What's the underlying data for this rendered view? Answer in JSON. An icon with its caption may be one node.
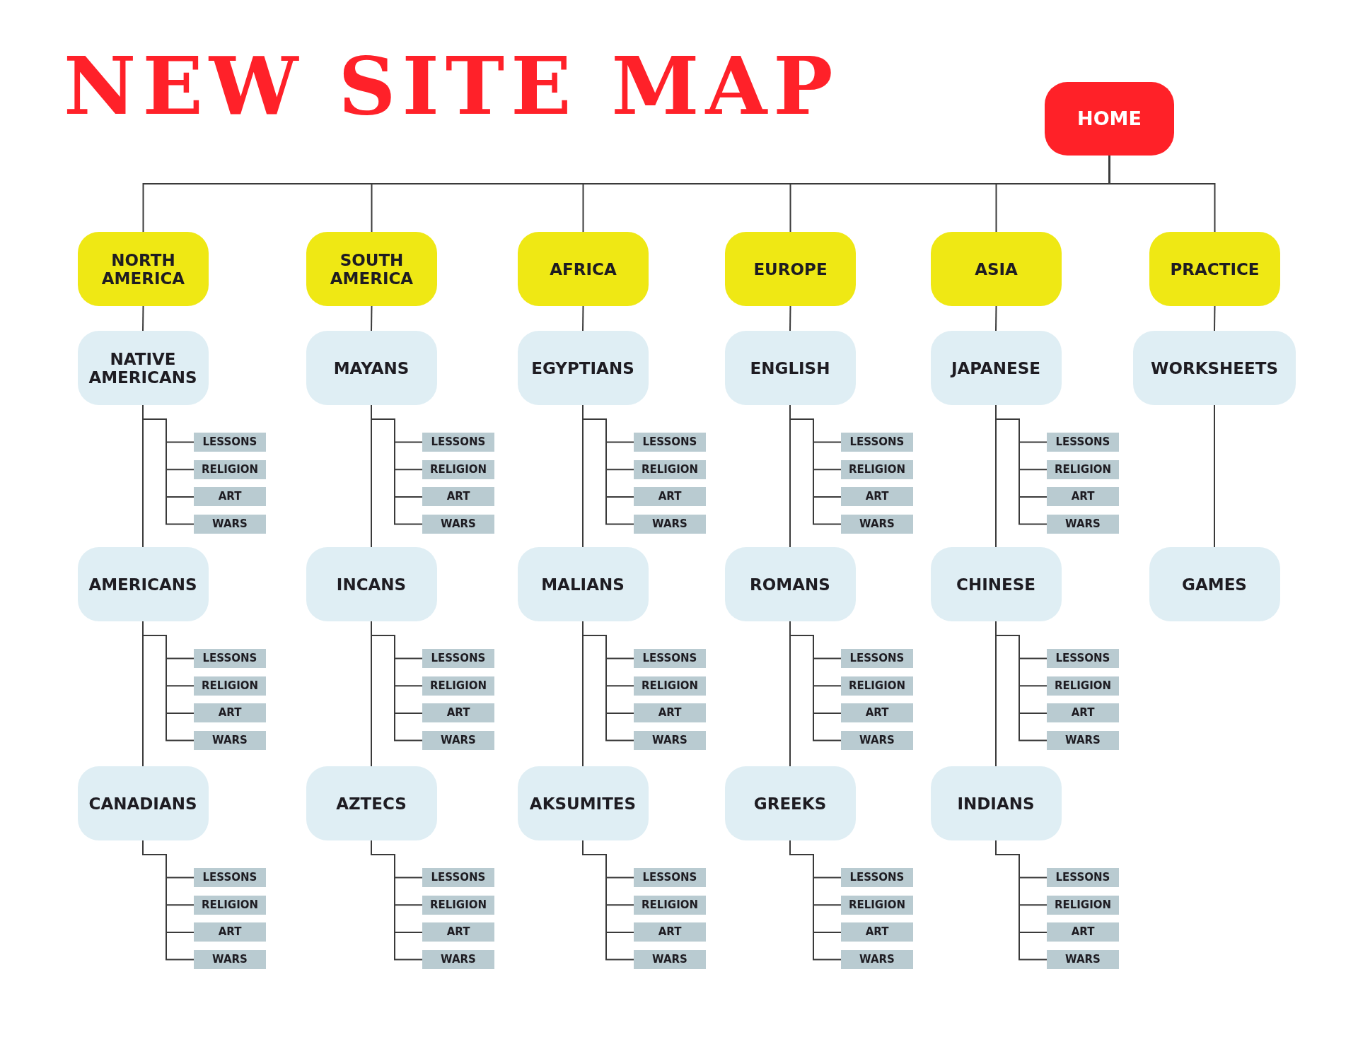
{
  "diagram": {
    "title": "NEW SITE MAP",
    "nodes": [
      {
        "text": [
          "HOME"
        ]
      },
      {
        "text": [
          "NORTH AMERICA"
        ]
      },
      {
        "text": [
          "SOUTH AMERICA"
        ]
      },
      {
        "text": [
          "AFRICA"
        ]
      },
      {
        "text": [
          "EUROPE"
        ]
      },
      {
        "text": [
          "ASIA"
        ]
      },
      {
        "text": [
          "PRACTICE"
        ]
      },
      {
        "text": [
          "NATIVE AMERICANS"
        ]
      },
      {
        "text": [
          "LESSONS"
        ]
      },
      {
        "text": [
          "RELIGION"
        ]
      },
      {
        "text": [
          "ART"
        ]
      },
      {
        "text": [
          "WARS"
        ]
      },
      {
        "text": [
          "AMERICANS"
        ]
      },
      {
        "text": [
          "LESSONS"
        ]
      },
      {
        "text": [
          "RELIGION"
        ]
      },
      {
        "text": [
          "ART"
        ]
      },
      {
        "text": [
          "WARS"
        ]
      },
      {
        "text": [
          "CANADIANS"
        ]
      },
      {
        "text": [
          "LESSONS"
        ]
      },
      {
        "text": [
          "RELIGION"
        ]
      },
      {
        "text": [
          "ART"
        ]
      },
      {
        "text": [
          "WARS"
        ]
      },
      {
        "text": [
          "MAYANS"
        ]
      },
      {
        "text": [
          "LESSONS"
        ]
      },
      {
        "text": [
          "RELIGION"
        ]
      },
      {
        "text": [
          "ART"
        ]
      },
      {
        "text": [
          "WARS"
        ]
      },
      {
        "text": [
          "INCANS"
        ]
      },
      {
        "text": [
          "LESSONS"
        ]
      },
      {
        "text": [
          "RELIGION"
        ]
      },
      {
        "text": [
          "ART"
        ]
      },
      {
        "text": [
          "WARS"
        ]
      },
      {
        "text": [
          "AZTECS"
        ]
      },
      {
        "text": [
          "LESSONS"
        ]
      },
      {
        "text": [
          "RELIGION"
        ]
      },
      {
        "text": [
          "ART"
        ]
      },
      {
        "text": [
          "WARS"
        ]
      },
      {
        "text": [
          "EGYPTIANS"
        ]
      },
      {
        "text": [
          "LESSONS"
        ]
      },
      {
        "text": [
          "RELIGION"
        ]
      },
      {
        "text": [
          "ART"
        ]
      },
      {
        "text": [
          "WARS"
        ]
      },
      {
        "text": [
          "MALIANS"
        ]
      },
      {
        "text": [
          "LESSONS"
        ]
      },
      {
        "text": [
          "RELIGION"
        ]
      },
      {
        "text": [
          "ART"
        ]
      },
      {
        "text": [
          "WARS"
        ]
      },
      {
        "text": [
          "AKSUMITES"
        ]
      },
      {
        "text": [
          "LESSONS"
        ]
      },
      {
        "text": [
          "RELIGION"
        ]
      },
      {
        "text": [
          "ART"
        ]
      },
      {
        "text": [
          "WARS"
        ]
      },
      {
        "text": [
          "ENGLISH"
        ]
      },
      {
        "text": [
          "LESSONS"
        ]
      },
      {
        "text": [
          "RELIGION"
        ]
      },
      {
        "text": [
          "ART"
        ]
      },
      {
        "text": [
          "WARS"
        ]
      },
      {
        "text": [
          "ROMANS"
        ]
      },
      {
        "text": [
          "LESSONS"
        ]
      },
      {
        "text": [
          "RELIGION"
        ]
      },
      {
        "text": [
          "ART"
        ]
      },
      {
        "text": [
          "WARS"
        ]
      },
      {
        "text": [
          "GREEKS"
        ]
      },
      {
        "text": [
          "LESSONS"
        ]
      },
      {
        "text": [
          "RELIGION"
        ]
      },
      {
        "text": [
          "ART"
        ]
      },
      {
        "text": [
          "WARS"
        ]
      },
      {
        "text": [
          "JAPANESE"
        ]
      },
      {
        "text": [
          "LESSONS"
        ]
      },
      {
        "text": [
          "RELIGION"
        ]
      },
      {
        "text": [
          "ART"
        ]
      },
      {
        "text": [
          "WARS"
        ]
      },
      {
        "text": [
          "CHINESE"
        ]
      },
      {
        "text": [
          "LESSONS"
        ]
      },
      {
        "text": [
          "RELIGION"
        ]
      },
      {
        "text": [
          "ART"
        ]
      },
      {
        "text": [
          "WARS"
        ]
      },
      {
        "text": [
          "INDIANS"
        ]
      },
      {
        "text": [
          "LESSONS"
        ]
      },
      {
        "text": [
          "RELIGION"
        ]
      },
      {
        "text": [
          "ART"
        ]
      },
      {
        "text": [
          "WARS"
        ]
      },
      {
        "text": [
          "WORKSHEETS"
        ]
      },
      {
        "text": [
          "GAMES"
        ]
      }
    ],
    "edges": [
      {
        "from": 0,
        "to": 1,
        "arrow": "none"
      },
      {
        "from": 0,
        "to": 2,
        "arrow": "none"
      },
      {
        "from": 0,
        "to": 3,
        "arrow": "none"
      },
      {
        "from": 0,
        "to": 4,
        "arrow": "none"
      },
      {
        "from": 0,
        "to": 5,
        "arrow": "none"
      },
      {
        "from": 0,
        "to": 6,
        "arrow": "none"
      },
      {
        "from": 1,
        "to": 7,
        "arrow": "none"
      },
      {
        "from": 7,
        "to": 8,
        "arrow": "none"
      },
      {
        "from": 7,
        "to": 9,
        "arrow": "none"
      },
      {
        "from": 7,
        "to": 10,
        "arrow": "none"
      },
      {
        "from": 7,
        "to": 11,
        "arrow": "none"
      },
      {
        "from": 7,
        "to": 12,
        "arrow": "none"
      },
      {
        "from": 12,
        "to": 13,
        "arrow": "none"
      },
      {
        "from": 12,
        "to": 14,
        "arrow": "none"
      },
      {
        "from": 12,
        "to": 15,
        "arrow": "none"
      },
      {
        "from": 12,
        "to": 16,
        "arrow": "none"
      },
      {
        "from": 12,
        "to": 17,
        "arrow": "none"
      },
      {
        "from": 17,
        "to": 18,
        "arrow": "none"
      },
      {
        "from": 17,
        "to": 19,
        "arrow": "none"
      },
      {
        "from": 17,
        "to": 20,
        "arrow": "none"
      },
      {
        "from": 17,
        "to": 21,
        "arrow": "none"
      },
      {
        "from": 2,
        "to": 22,
        "arrow": "none"
      },
      {
        "from": 22,
        "to": 23,
        "arrow": "none"
      },
      {
        "from": 22,
        "to": 24,
        "arrow": "none"
      },
      {
        "from": 22,
        "to": 25,
        "arrow": "none"
      },
      {
        "from": 22,
        "to": 26,
        "arrow": "none"
      },
      {
        "from": 22,
        "to": 27,
        "arrow": "none"
      },
      {
        "from": 27,
        "to": 28,
        "arrow": "none"
      },
      {
        "from": 27,
        "to": 29,
        "arrow": "none"
      },
      {
        "from": 27,
        "to": 30,
        "arrow": "none"
      },
      {
        "from": 27,
        "to": 31,
        "arrow": "none"
      },
      {
        "from": 27,
        "to": 32,
        "arrow": "none"
      },
      {
        "from": 32,
        "to": 33,
        "arrow": "none"
      },
      {
        "from": 32,
        "to": 34,
        "arrow": "none"
      },
      {
        "from": 32,
        "to": 35,
        "arrow": "none"
      },
      {
        "from": 32,
        "to": 36,
        "arrow": "none"
      },
      {
        "from": 3,
        "to": 37,
        "arrow": "none"
      },
      {
        "from": 37,
        "to": 38,
        "arrow": "none"
      },
      {
        "from": 37,
        "to": 39,
        "arrow": "none"
      },
      {
        "from": 37,
        "to": 40,
        "arrow": "none"
      },
      {
        "from": 37,
        "to": 41,
        "arrow": "none"
      },
      {
        "from": 37,
        "to": 42,
        "arrow": "none"
      },
      {
        "from": 42,
        "to": 43,
        "arrow": "none"
      },
      {
        "from": 42,
        "to": 44,
        "arrow": "none"
      },
      {
        "from": 42,
        "to": 45,
        "arrow": "none"
      },
      {
        "from": 42,
        "to": 46,
        "arrow": "none"
      },
      {
        "from": 42,
        "to": 47,
        "arrow": "none"
      },
      {
        "from": 47,
        "to": 48,
        "arrow": "none"
      },
      {
        "from": 47,
        "to": 49,
        "arrow": "none"
      },
      {
        "from": 47,
        "to": 50,
        "arrow": "none"
      },
      {
        "from": 47,
        "to": 51,
        "arrow": "none"
      },
      {
        "from": 4,
        "to": 52,
        "arrow": "none"
      },
      {
        "from": 52,
        "to": 53,
        "arrow": "none"
      },
      {
        "from": 52,
        "to": 54,
        "arrow": "none"
      },
      {
        "from": 52,
        "to": 55,
        "arrow": "none"
      },
      {
        "from": 52,
        "to": 56,
        "arrow": "none"
      },
      {
        "from": 52,
        "to": 57,
        "arrow": "none"
      },
      {
        "from": 57,
        "to": 58,
        "arrow": "none"
      },
      {
        "from": 57,
        "to": 59,
        "arrow": "none"
      },
      {
        "from": 57,
        "to": 60,
        "arrow": "none"
      },
      {
        "from": 57,
        "to": 61,
        "arrow": "none"
      },
      {
        "from": 57,
        "to": 62,
        "arrow": "none"
      },
      {
        "from": 62,
        "to": 63,
        "arrow": "none"
      },
      {
        "from": 62,
        "to": 64,
        "arrow": "none"
      },
      {
        "from": 62,
        "to": 65,
        "arrow": "none"
      },
      {
        "from": 62,
        "to": 66,
        "arrow": "none"
      },
      {
        "from": 5,
        "to": 67,
        "arrow": "none"
      },
      {
        "from": 67,
        "to": 68,
        "arrow": "none"
      },
      {
        "from": 67,
        "to": 69,
        "arrow": "none"
      },
      {
        "from": 67,
        "to": 70,
        "arrow": "none"
      },
      {
        "from": 67,
        "to": 71,
        "arrow": "none"
      },
      {
        "from": 67,
        "to": 72,
        "arrow": "none"
      },
      {
        "from": 72,
        "to": 73,
        "arrow": "none"
      },
      {
        "from": 72,
        "to": 74,
        "arrow": "none"
      },
      {
        "from": 72,
        "to": 75,
        "arrow": "none"
      },
      {
        "from": 72,
        "to": 76,
        "arrow": "none"
      },
      {
        "from": 72,
        "to": 77,
        "arrow": "none"
      },
      {
        "from": 77,
        "to": 78,
        "arrow": "none"
      },
      {
        "from": 77,
        "to": 79,
        "arrow": "none"
      },
      {
        "from": 77,
        "to": 80,
        "arrow": "none"
      },
      {
        "from": 77,
        "to": 81,
        "arrow": "none"
      },
      {
        "from": 6,
        "to": 82,
        "arrow": "none"
      },
      {
        "from": 82,
        "to": 83,
        "arrow": "none"
      }
    ]
  }
}
